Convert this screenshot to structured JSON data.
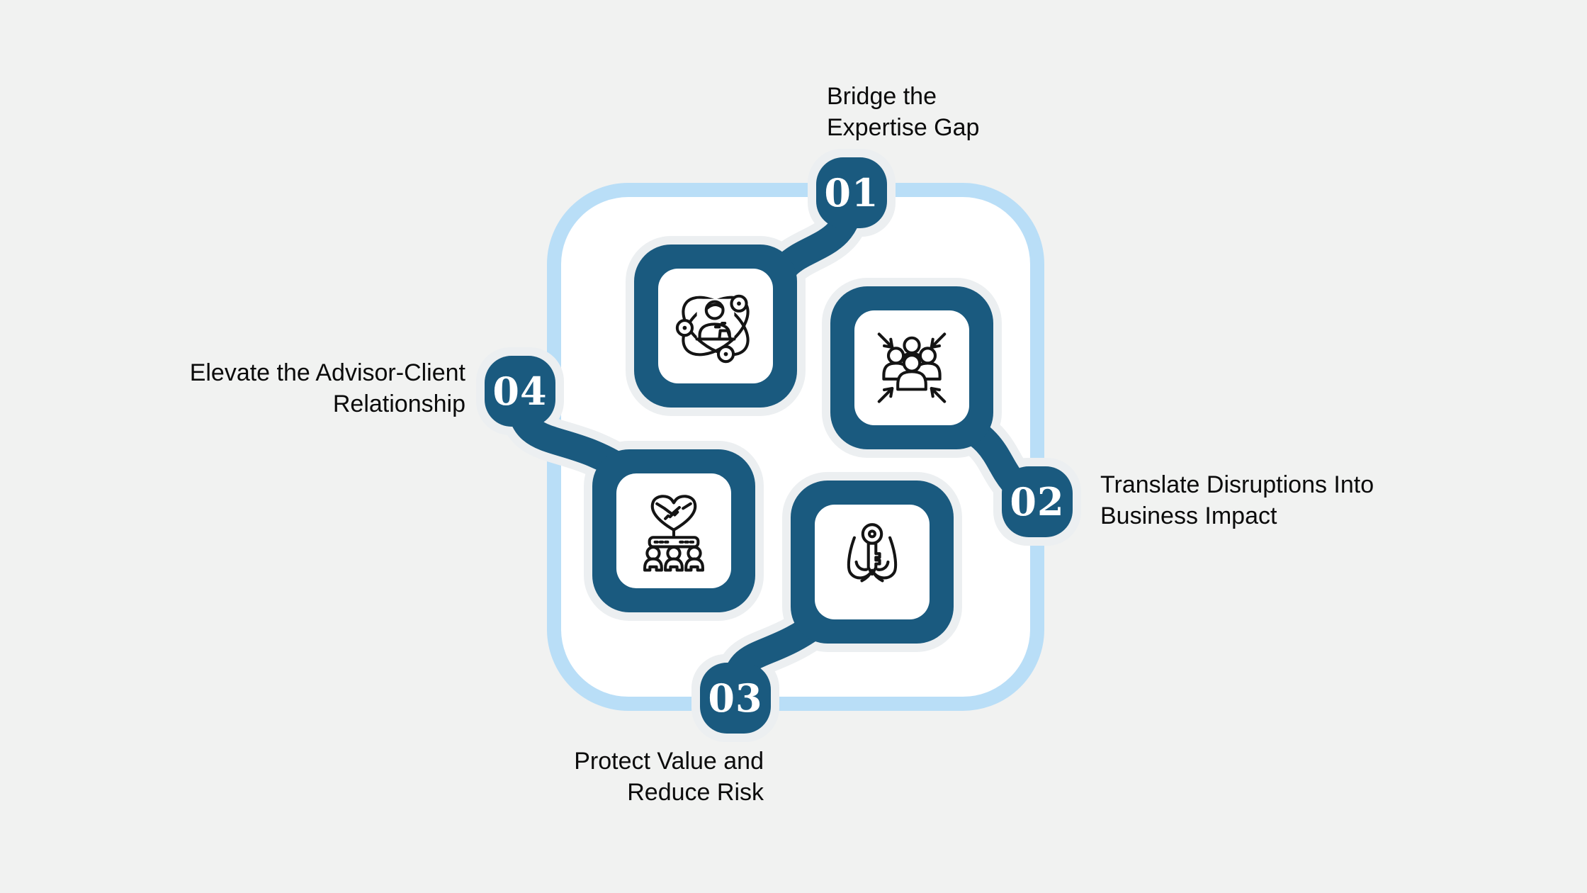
{
  "colors": {
    "background": "#f1f2f1",
    "frame_border": "#b9def7",
    "frame_fill": "#ffffff",
    "shape_dark": "#1a5a7f",
    "halo": "#eceff1",
    "number_text": "#ffffff",
    "label_text": "#0b0b0b"
  },
  "steps": [
    {
      "number": "01",
      "label": "Bridge the\nExpertise Gap",
      "icon": "expert-network-icon",
      "position": "top"
    },
    {
      "number": "02",
      "label": "Translate Disruptions Into\nBusiness Impact",
      "icon": "team-convergence-icon",
      "position": "right"
    },
    {
      "number": "03",
      "label": "Protect Value and\nReduce Risk",
      "icon": "hands-holding-key-icon",
      "position": "bottom"
    },
    {
      "number": "04",
      "label": "Elevate the Advisor-Client\nRelationship",
      "icon": "heart-handshake-team-icon",
      "position": "left"
    }
  ]
}
